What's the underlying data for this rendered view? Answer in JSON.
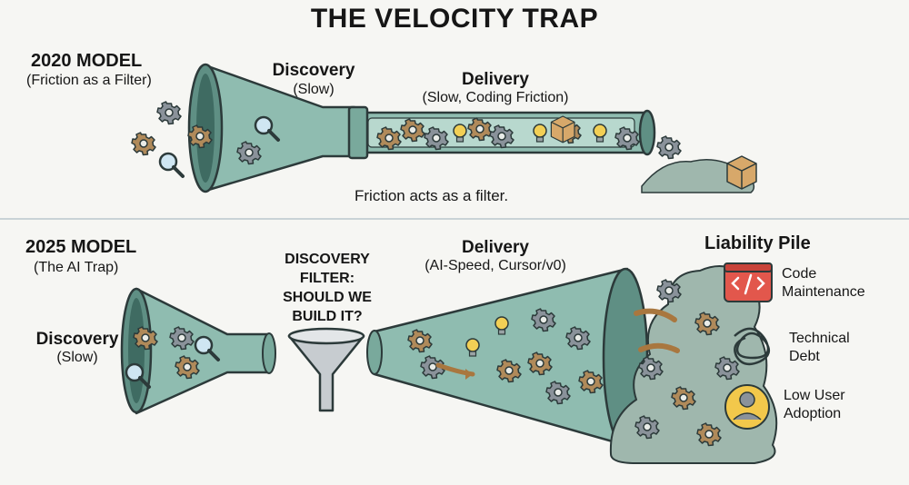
{
  "title": "THE VELOCITY TRAP",
  "model_2020": {
    "heading": "2020 MODEL",
    "subheading": "(Friction as a Filter)",
    "discovery_label": "Discovery",
    "discovery_sub": "(Slow)",
    "delivery_label": "Delivery",
    "delivery_sub": "(Slow, Coding Friction)",
    "caption": "Friction acts as a filter."
  },
  "model_2025": {
    "heading": "2025 MODEL",
    "subheading": "(The AI Trap)",
    "discovery_label": "Discovery",
    "discovery_sub": "(Slow)",
    "filter_lines": [
      "DISCOVERY",
      "FILTER:",
      "SHOULD WE",
      "BUILD IT?"
    ],
    "delivery_label": "Delivery",
    "delivery_sub": "(AI-Speed, Cursor/v0)",
    "pile_title": "Liability Pile",
    "pile_items": [
      {
        "icon": "code-icon",
        "lines": [
          "Code",
          "Maintenance"
        ]
      },
      {
        "icon": "tangle-icon",
        "lines": [
          "Technical",
          "Debt"
        ]
      },
      {
        "icon": "user-icon",
        "lines": [
          "Low User",
          "Adoption"
        ]
      }
    ]
  },
  "colors": {
    "pipe": "#8fbcb0",
    "pipe_dark": "#5f8f84",
    "outline": "#2c3a3a",
    "gear_brown": "#b08a5a",
    "gear_gray": "#8a929a",
    "bulb": "#f2cf55",
    "box": "#d7a86a",
    "pile": "#9fb7ad",
    "code_red": "#e2574c",
    "user_yellow": "#f2c84b"
  }
}
